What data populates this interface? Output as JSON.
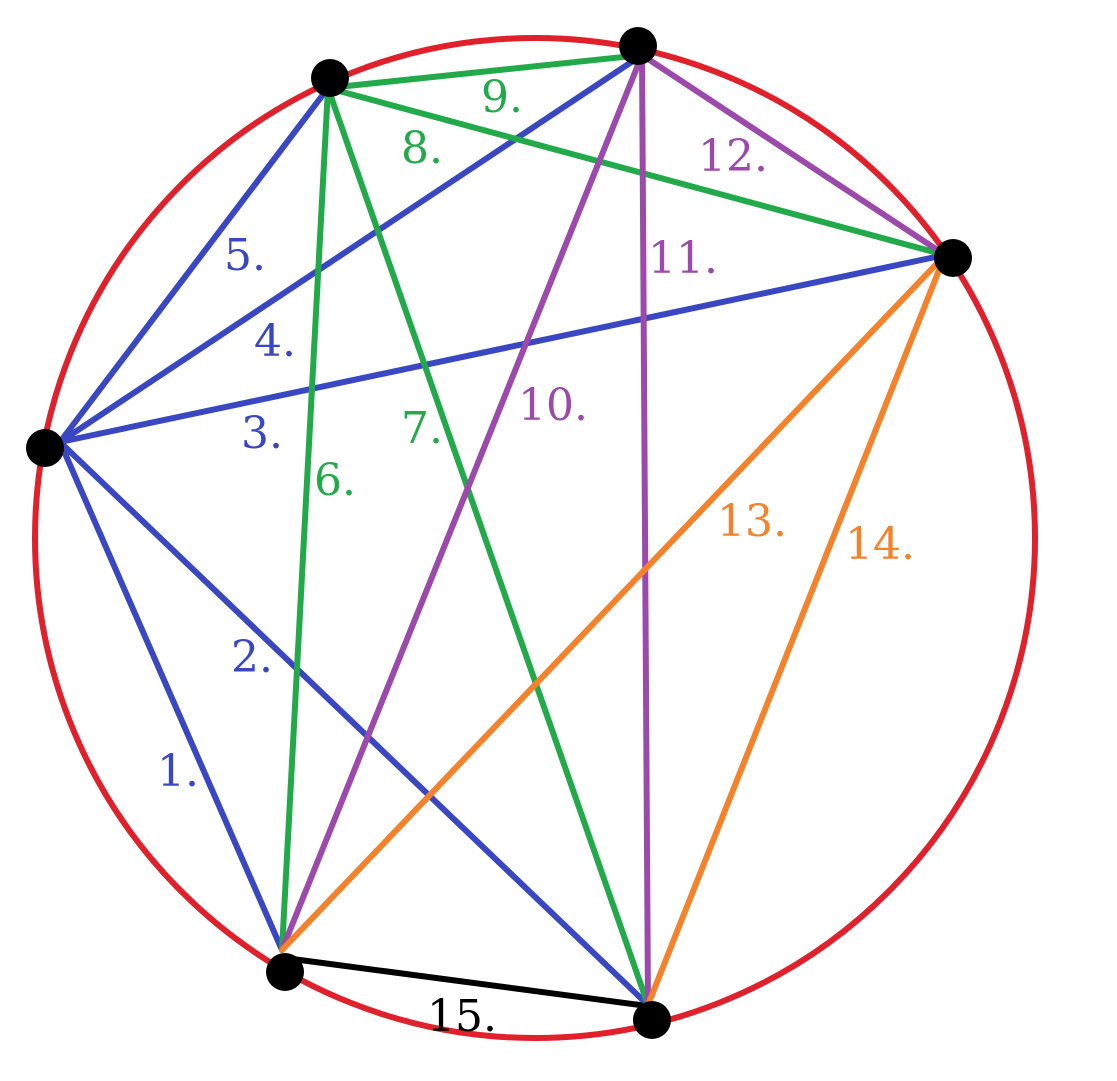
{
  "colors": {
    "circle": "#e0202a",
    "blue": "#3a47c2",
    "green": "#22aa4a",
    "purple": "#9b4aab",
    "orange": "#f5822a",
    "black": "#000000"
  },
  "segments": [
    {
      "label": "1.",
      "color": "blue"
    },
    {
      "label": "2.",
      "color": "blue"
    },
    {
      "label": "3.",
      "color": "blue"
    },
    {
      "label": "4.",
      "color": "blue"
    },
    {
      "label": "5.",
      "color": "blue"
    },
    {
      "label": "6.",
      "color": "green"
    },
    {
      "label": "7.",
      "color": "green"
    },
    {
      "label": "8.",
      "color": "green"
    },
    {
      "label": "9.",
      "color": "green"
    },
    {
      "label": "10.",
      "color": "purple"
    },
    {
      "label": "11.",
      "color": "purple"
    },
    {
      "label": "12.",
      "color": "purple"
    },
    {
      "label": "13.",
      "color": "orange"
    },
    {
      "label": "14.",
      "color": "orange"
    },
    {
      "label": "15.",
      "color": "black"
    }
  ]
}
